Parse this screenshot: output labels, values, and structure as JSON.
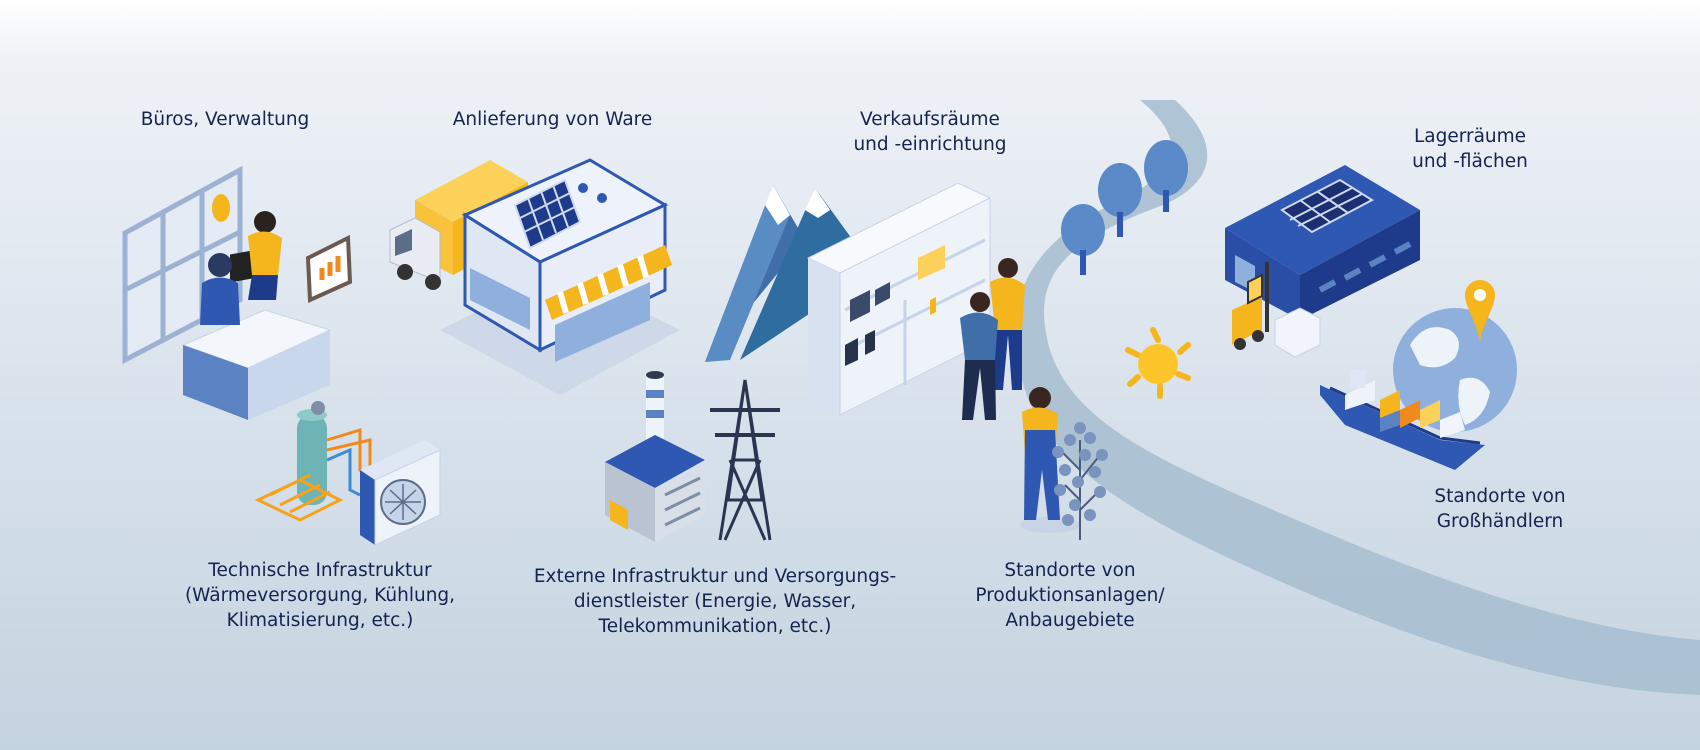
{
  "labels": {
    "offices": [
      "Büros, Verwaltung"
    ],
    "delivery": [
      "Anlieferung von Ware"
    ],
    "sales": [
      "Verkaufsräume",
      "und -einrichtung"
    ],
    "storage": [
      "Lagerräume",
      "und -flächen"
    ],
    "technical": [
      "Technische Infrastruktur",
      "(Wärmeversorgung, Kühlung,",
      "Klimatisierung, etc.)"
    ],
    "external": [
      "Externe Infrastruktur und Versorgungs-",
      "dienstleister (Energie, Wasser,",
      "Telekommunikation, etc.)"
    ],
    "production": [
      "Standorte von",
      "Produktionsanlagen/",
      "Anbaugebiete"
    ],
    "wholesale": [
      "Standorte von",
      "Großhändlern"
    ]
  },
  "colors": {
    "navy": "#1e3a8a",
    "blue": "#2f58b3",
    "light_blue": "#8fb0dc",
    "yellow": "#f5b51c",
    "orange": "#f08a1c",
    "river": "#a9bfd0",
    "text": "#15244e"
  },
  "icons": [
    "office-desk-icon",
    "delivery-truck-icon",
    "shop-building-icon",
    "solar-panel-icon",
    "mountain-icon",
    "display-shelf-icon",
    "tree-icon",
    "sun-icon",
    "warehouse-icon",
    "forklift-icon",
    "globe-icon",
    "location-pin-icon",
    "container-ship-icon",
    "heat-pump-icon",
    "power-plant-icon",
    "power-pylon-icon",
    "farmer-icon",
    "plant-icon"
  ]
}
